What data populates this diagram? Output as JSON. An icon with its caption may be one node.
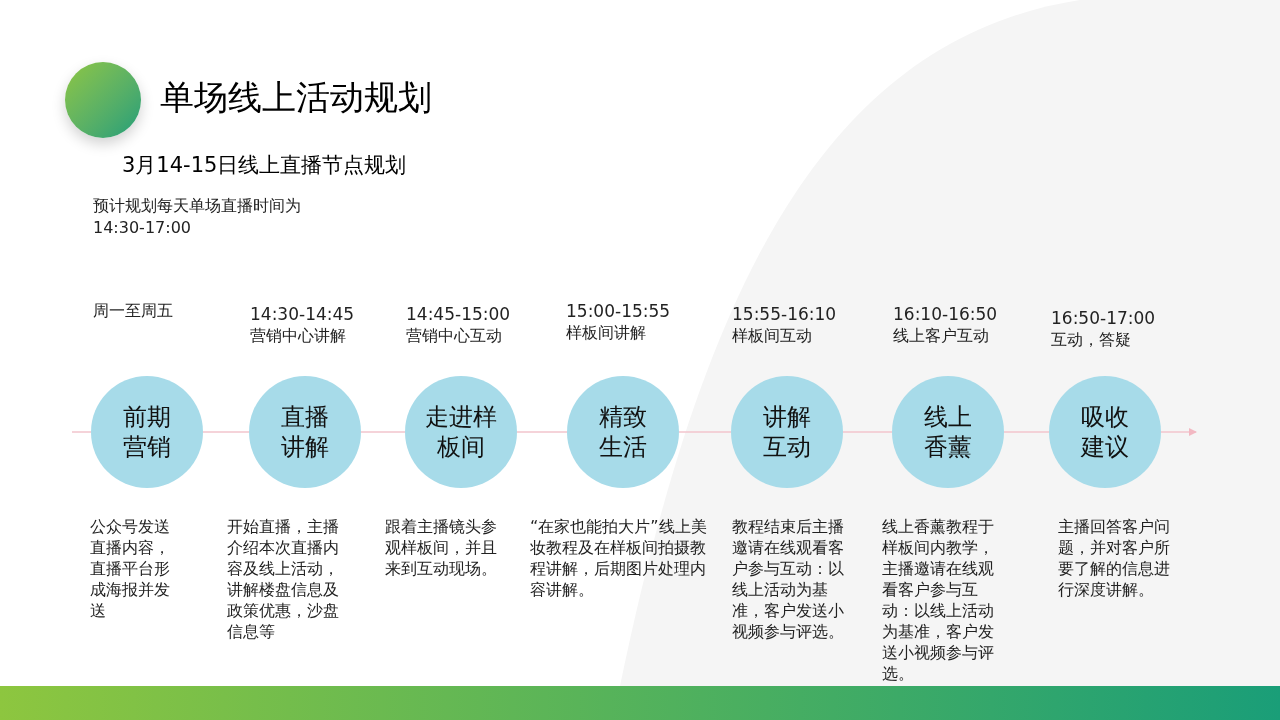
{
  "diagram": {
    "title": "单场线上活动规划",
    "nodes": [
      {
        "text": [
          "前期营销"
        ],
        "beside": [
          "周一至周五",
          "公众号发送直播内容，直播平台形成海报并发送"
        ]
      },
      {
        "text": [
          "直播讲解"
        ],
        "beside": [
          "14:30-14:45",
          "营销中心讲解",
          "开始直播，主播介绍本次直播内容及线上活动，讲解楼盘信息及政策优惠，沙盘信息等"
        ]
      },
      {
        "text": [
          "走进样板间"
        ],
        "beside": [
          "14:45-15:00",
          "营销中心互动",
          "跟着主播镜头参观样板间，并且来到互动现场。"
        ]
      },
      {
        "text": [
          "精致生活"
        ],
        "beside": [
          "15:00-15:55",
          "样板间讲解",
          "“在家也能拍大片”线上美妆教程及在样板间拍摄教程讲解，后期图片处理内容讲解。"
        ]
      },
      {
        "text": [
          "讲解互动"
        ],
        "beside": [
          "15:55-16:10",
          "样板间互动",
          "教程结束后主播邀请在线观看客户参与互动：以线上活动为基准，客户发送小视频参与评选。"
        ]
      },
      {
        "text": [
          "线上香薰"
        ],
        "beside": [
          "16:10-16:50",
          "线上客户互动",
          "线上香薰教程于样板间内教学，主播邀请在线观看客户参与互动：以线上活动为基准，客户发送小视频参与评选。"
        ]
      },
      {
        "text": [
          "吸收建议"
        ],
        "beside": [
          "16:50-17:00",
          "互动，答疑",
          "主播回答客户问题，并对客户所要了解的信息进行深度讲解。"
        ]
      },
      {
        "text": [],
        "shape": "circle"
      }
    ],
    "edges": [
      {
        "from": null,
        "to": 0,
        "arrow": "none"
      },
      {
        "from": 0,
        "to": 1,
        "arrow": "none"
      },
      {
        "from": 1,
        "to": 2,
        "arrow": "none"
      },
      {
        "from": 2,
        "to": 3,
        "arrow": "none"
      },
      {
        "from": 3,
        "to": 4,
        "arrow": "none"
      },
      {
        "from": 4,
        "to": 5,
        "arrow": "none"
      },
      {
        "from": 5,
        "to": 6,
        "arrow": "none"
      },
      {
        "from": 6,
        "to": null,
        "arrow": "to"
      }
    ],
    "labels": [
      "3月14-15日线上直播节点规划",
      "预计规划每天单场直播时间为14:30-17:00"
    ]
  }
}
